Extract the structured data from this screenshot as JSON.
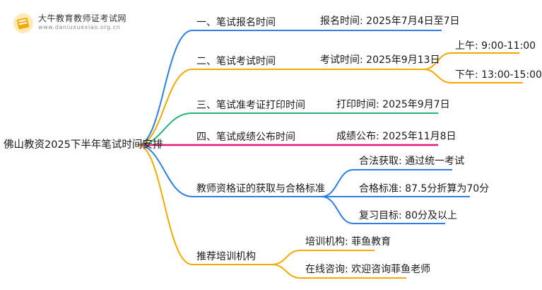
{
  "watermark": {
    "title": "大牛教育教师证考试网",
    "url": "www.daniuxuexiao.org.cn",
    "logo_icon": "book-logo-icon"
  },
  "root": "佛山教资2025下半年笔试时间安排",
  "branches": [
    {
      "label": "一、笔试报名时间",
      "color": "#2f7fe0",
      "children": [
        "报名时间: 2025年7月4日至7日"
      ]
    },
    {
      "label": "二、笔试考试时间",
      "color": "#f2a900",
      "children": [
        "考试时间: 2025年9月13日"
      ],
      "sub_children": [
        "上午: 9:00-11:00",
        "下午: 13:00-15:00"
      ]
    },
    {
      "label": "三、笔试准考证打印时间",
      "color": "#22b573",
      "children": [
        "打印时间: 2025年9月7日"
      ]
    },
    {
      "label": "四、笔试成绩公布时间",
      "color": "#e8167a",
      "children": [
        "成绩公布: 2025年11月8日"
      ]
    },
    {
      "label": "教师资格证的获取与合格标准",
      "color": "#2f7fe0",
      "children": [
        "合法获取: 通过统一考试",
        "合格标准: 87.5分折算为70分",
        "复习目标: 80分及以上"
      ]
    },
    {
      "label": "推荐培训机构",
      "color": "#f2a900",
      "children": [
        "培训机构: 菲鱼教育",
        "在线咨询: 欢迎咨询菲鱼老师"
      ]
    }
  ]
}
